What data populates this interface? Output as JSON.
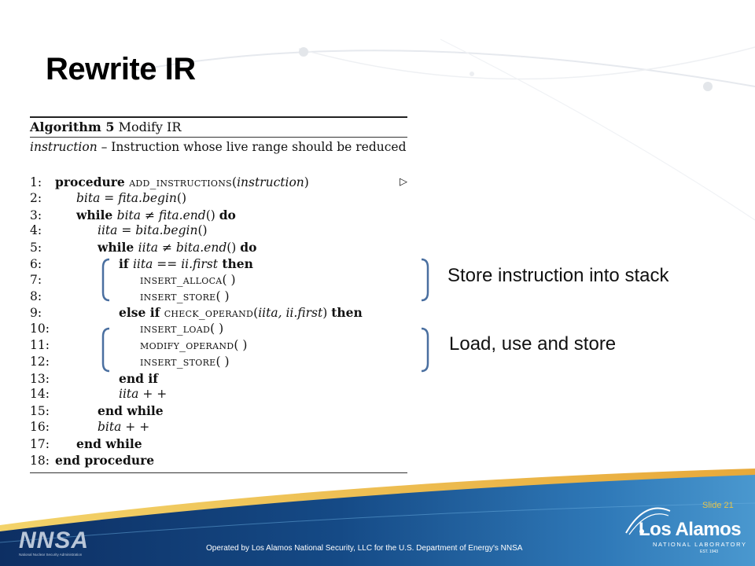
{
  "slide": {
    "title": "Rewrite IR",
    "footer": "Operated by Los Alamos National Security, LLC for the U.S. Department of Energy's NNSA",
    "slide_number": "Slide 21"
  },
  "algorithm": {
    "label": "Algorithm 5",
    "name": "Modify IR",
    "input_var": "instruction",
    "input_desc": " – Instruction whose live range should be reduced",
    "lines": [
      {
        "num": "1:",
        "indent": 0,
        "parts": [
          {
            "t": "procedure ",
            "s": "kw"
          },
          {
            "t": "add_instructions",
            "s": "sc"
          },
          {
            "t": "(",
            "s": ""
          },
          {
            "t": "instruction",
            "s": "it"
          },
          {
            "t": ")",
            "s": ""
          }
        ],
        "comment_marker": "▷"
      },
      {
        "num": "2:",
        "indent": 1,
        "parts": [
          {
            "t": "bita",
            "s": "it"
          },
          {
            "t": " = ",
            "s": ""
          },
          {
            "t": "fita.begin",
            "s": "it"
          },
          {
            "t": "()",
            "s": ""
          }
        ]
      },
      {
        "num": "3:",
        "indent": 1,
        "parts": [
          {
            "t": "while ",
            "s": "kw"
          },
          {
            "t": "bita",
            "s": "it"
          },
          {
            "t": " ≠ ",
            "s": ""
          },
          {
            "t": "fita.end",
            "s": "it"
          },
          {
            "t": "() ",
            "s": ""
          },
          {
            "t": "do",
            "s": "kw"
          }
        ]
      },
      {
        "num": "4:",
        "indent": 2,
        "parts": [
          {
            "t": "iita",
            "s": "it"
          },
          {
            "t": " = ",
            "s": ""
          },
          {
            "t": "bita.begin",
            "s": "it"
          },
          {
            "t": "()",
            "s": ""
          }
        ]
      },
      {
        "num": "5:",
        "indent": 2,
        "parts": [
          {
            "t": "while ",
            "s": "kw"
          },
          {
            "t": "iita",
            "s": "it"
          },
          {
            "t": " ≠ ",
            "s": ""
          },
          {
            "t": "bita.end",
            "s": "it"
          },
          {
            "t": "() ",
            "s": ""
          },
          {
            "t": "do",
            "s": "kw"
          }
        ]
      },
      {
        "num": "6:",
        "indent": 3,
        "parts": [
          {
            "t": "if ",
            "s": "kw"
          },
          {
            "t": "iita",
            "s": "it"
          },
          {
            "t": " == ",
            "s": ""
          },
          {
            "t": "ii.first",
            "s": "it"
          },
          {
            "t": " then",
            "s": "kw"
          }
        ]
      },
      {
        "num": "7:",
        "indent": 4,
        "parts": [
          {
            "t": "insert_alloca",
            "s": "sc"
          },
          {
            "t": "( )",
            "s": ""
          }
        ]
      },
      {
        "num": "8:",
        "indent": 4,
        "parts": [
          {
            "t": "insert_store",
            "s": "sc"
          },
          {
            "t": "( )",
            "s": ""
          }
        ]
      },
      {
        "num": "9:",
        "indent": 3,
        "parts": [
          {
            "t": "else if ",
            "s": "kw"
          },
          {
            "t": "check_operand",
            "s": "sc"
          },
          {
            "t": "(",
            "s": ""
          },
          {
            "t": "iita, ii.first",
            "s": "it"
          },
          {
            "t": ") ",
            "s": ""
          },
          {
            "t": "then",
            "s": "kw"
          }
        ]
      },
      {
        "num": "10:",
        "indent": 4,
        "parts": [
          {
            "t": "insert_load",
            "s": "sc"
          },
          {
            "t": "( )",
            "s": ""
          }
        ]
      },
      {
        "num": "11:",
        "indent": 4,
        "parts": [
          {
            "t": "modify_operand",
            "s": "sc"
          },
          {
            "t": "( )",
            "s": ""
          }
        ]
      },
      {
        "num": "12:",
        "indent": 4,
        "parts": [
          {
            "t": "insert_store",
            "s": "sc"
          },
          {
            "t": "( )",
            "s": ""
          }
        ]
      },
      {
        "num": "13:",
        "indent": 3,
        "parts": [
          {
            "t": "end if",
            "s": "kw"
          }
        ]
      },
      {
        "num": "14:",
        "indent": 3,
        "parts": [
          {
            "t": "iita",
            "s": "it"
          },
          {
            "t": " + +",
            "s": ""
          }
        ]
      },
      {
        "num": "15:",
        "indent": 2,
        "parts": [
          {
            "t": "end while",
            "s": "kw"
          }
        ]
      },
      {
        "num": "16:",
        "indent": 2,
        "parts": [
          {
            "t": "bita",
            "s": "it"
          },
          {
            "t": " + +",
            "s": ""
          }
        ]
      },
      {
        "num": "17:",
        "indent": 1,
        "parts": [
          {
            "t": "end while",
            "s": "kw"
          }
        ]
      },
      {
        "num": "18:",
        "indent": 0,
        "parts": [
          {
            "t": "end procedure",
            "s": "kw"
          }
        ]
      }
    ]
  },
  "annotations": [
    {
      "text": "Store instruction into stack"
    },
    {
      "text": "Load, use and store"
    }
  ],
  "logos": {
    "nnsa_text": "NNSA",
    "nnsa_sub": "National Nuclear Security Administration",
    "lanl_name": "Los Alamos",
    "lanl_sub": "NATIONAL LABORATORY",
    "lanl_est": "EST. 1943"
  },
  "colors": {
    "bracket": "#4a6fa0",
    "footer_dark": "#0f3a73",
    "footer_light": "#5ca8d8",
    "slide_number": "#e6c44a"
  }
}
